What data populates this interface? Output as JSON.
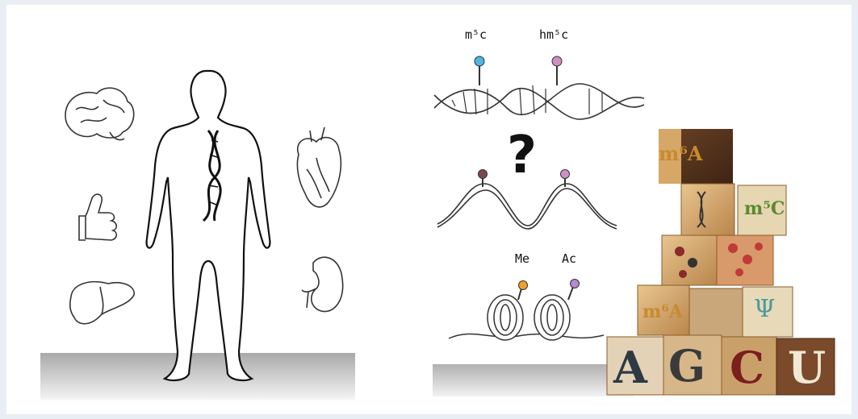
{
  "labels": {
    "m5c": "m⁵c",
    "hm5c": "hm⁵c",
    "question": "?",
    "me": "Me",
    "ac": "Ac"
  },
  "blocks": {
    "row_bottom": [
      "A",
      "G",
      "C",
      "U"
    ],
    "m6a_top": "m⁶A",
    "m5c_block": "m⁵C",
    "m6a_mid": "m⁶A",
    "psi": "Ψ"
  },
  "icons": [
    "brain-icon",
    "thumb-icon",
    "liver-icon",
    "heart-icon",
    "kidney-icon",
    "human-body-icon",
    "dna-helix-icon",
    "nucleosome-icon",
    "letter-blocks-icon"
  ],
  "colors": {
    "cyan_pin": "#4fb6e3",
    "pink_pin": "#cf8fc1",
    "brown_pin": "#7a4a4a",
    "orange_pin": "#f0a02a",
    "purple_pin": "#b58ad0",
    "floor": "#b9b9b9"
  }
}
